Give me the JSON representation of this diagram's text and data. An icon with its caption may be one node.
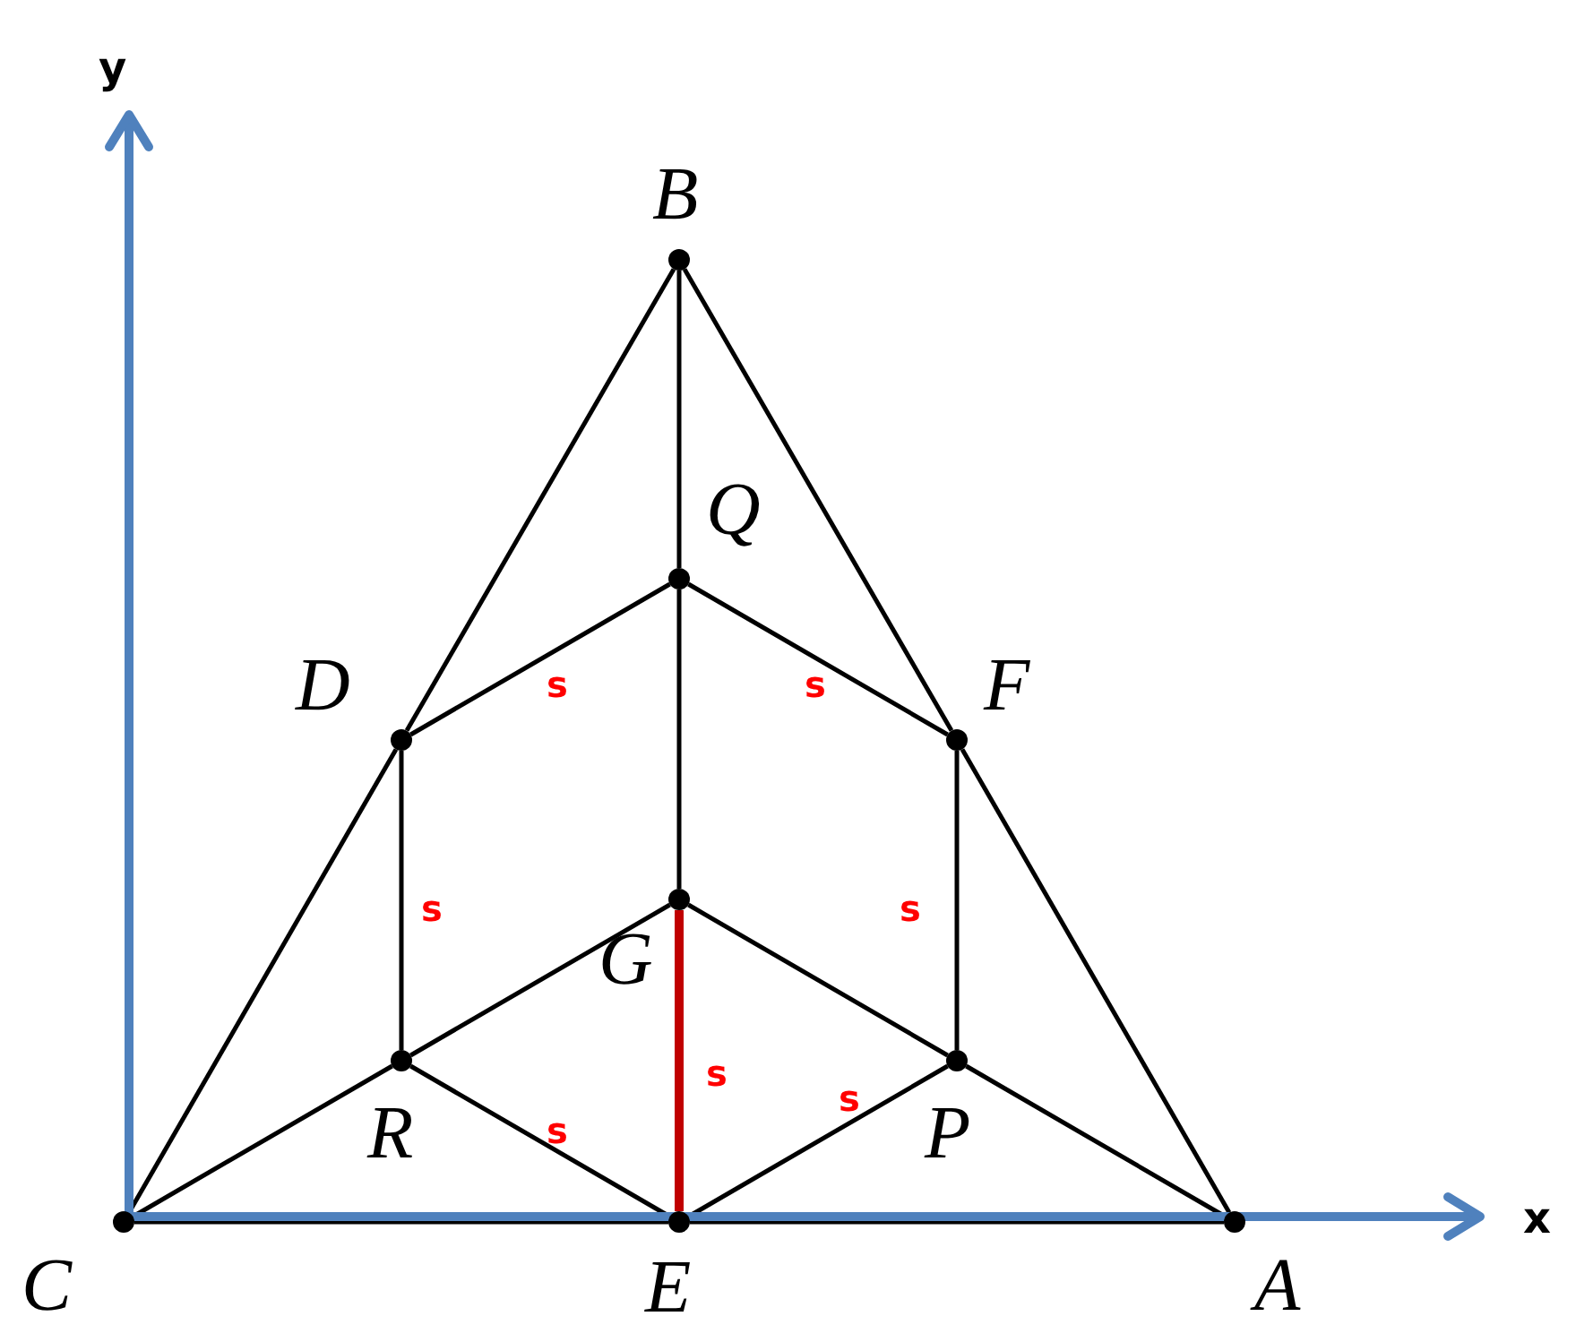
{
  "diagram": {
    "nodes": [
      {
        "text": [],
        "shape": "circle",
        "beside": [
          "B"
        ]
      },
      {
        "text": [],
        "shape": "circle",
        "beside": [
          "Q"
        ]
      },
      {
        "text": [],
        "shape": "circle",
        "beside": [
          "D"
        ]
      },
      {
        "text": [],
        "shape": "circle",
        "beside": [
          "F"
        ]
      },
      {
        "text": [],
        "shape": "circle",
        "beside": [
          "G"
        ]
      },
      {
        "text": [],
        "shape": "circle",
        "beside": [
          "R"
        ]
      },
      {
        "text": [],
        "shape": "circle",
        "beside": [
          "P"
        ]
      },
      {
        "text": [],
        "shape": "circle",
        "beside": [
          "C"
        ]
      },
      {
        "text": [],
        "shape": "circle",
        "beside": [
          "E"
        ]
      },
      {
        "text": [],
        "shape": "circle",
        "beside": [
          "A"
        ]
      }
    ],
    "edges": [
      {
        "from": 7,
        "to": 2,
        "arrow": "none"
      },
      {
        "from": 2,
        "to": 0,
        "arrow": "none"
      },
      {
        "from": 0,
        "to": 3,
        "arrow": "none"
      },
      {
        "from": 3,
        "to": 9,
        "arrow": "none"
      },
      {
        "from": 7,
        "to": 8,
        "arrow": "none"
      },
      {
        "from": 8,
        "to": 9,
        "arrow": "none"
      },
      {
        "from": 0,
        "to": 1,
        "arrow": "none"
      },
      {
        "from": 1,
        "to": 4,
        "arrow": "none"
      },
      {
        "from": 2,
        "to": 1,
        "arrow": "none",
        "label": "s"
      },
      {
        "from": 1,
        "to": 3,
        "arrow": "none",
        "label": "s"
      },
      {
        "from": 2,
        "to": 5,
        "arrow": "none",
        "label": "s"
      },
      {
        "from": 3,
        "to": 6,
        "arrow": "none",
        "label": "s"
      },
      {
        "from": 7,
        "to": 5,
        "arrow": "none"
      },
      {
        "from": 5,
        "to": 4,
        "arrow": "none"
      },
      {
        "from": 4,
        "to": 6,
        "arrow": "none"
      },
      {
        "from": 5,
        "to": 8,
        "arrow": "none",
        "label": "s"
      },
      {
        "from": 8,
        "to": 6,
        "arrow": "none",
        "label": "s"
      },
      {
        "from": 6,
        "to": 9,
        "arrow": "none"
      },
      {
        "from": 4,
        "to": 8,
        "arrow": "none",
        "label": "s",
        "style": "thick",
        "color": "#c00000"
      }
    ],
    "labels": [
      "y",
      "x"
    ]
  }
}
